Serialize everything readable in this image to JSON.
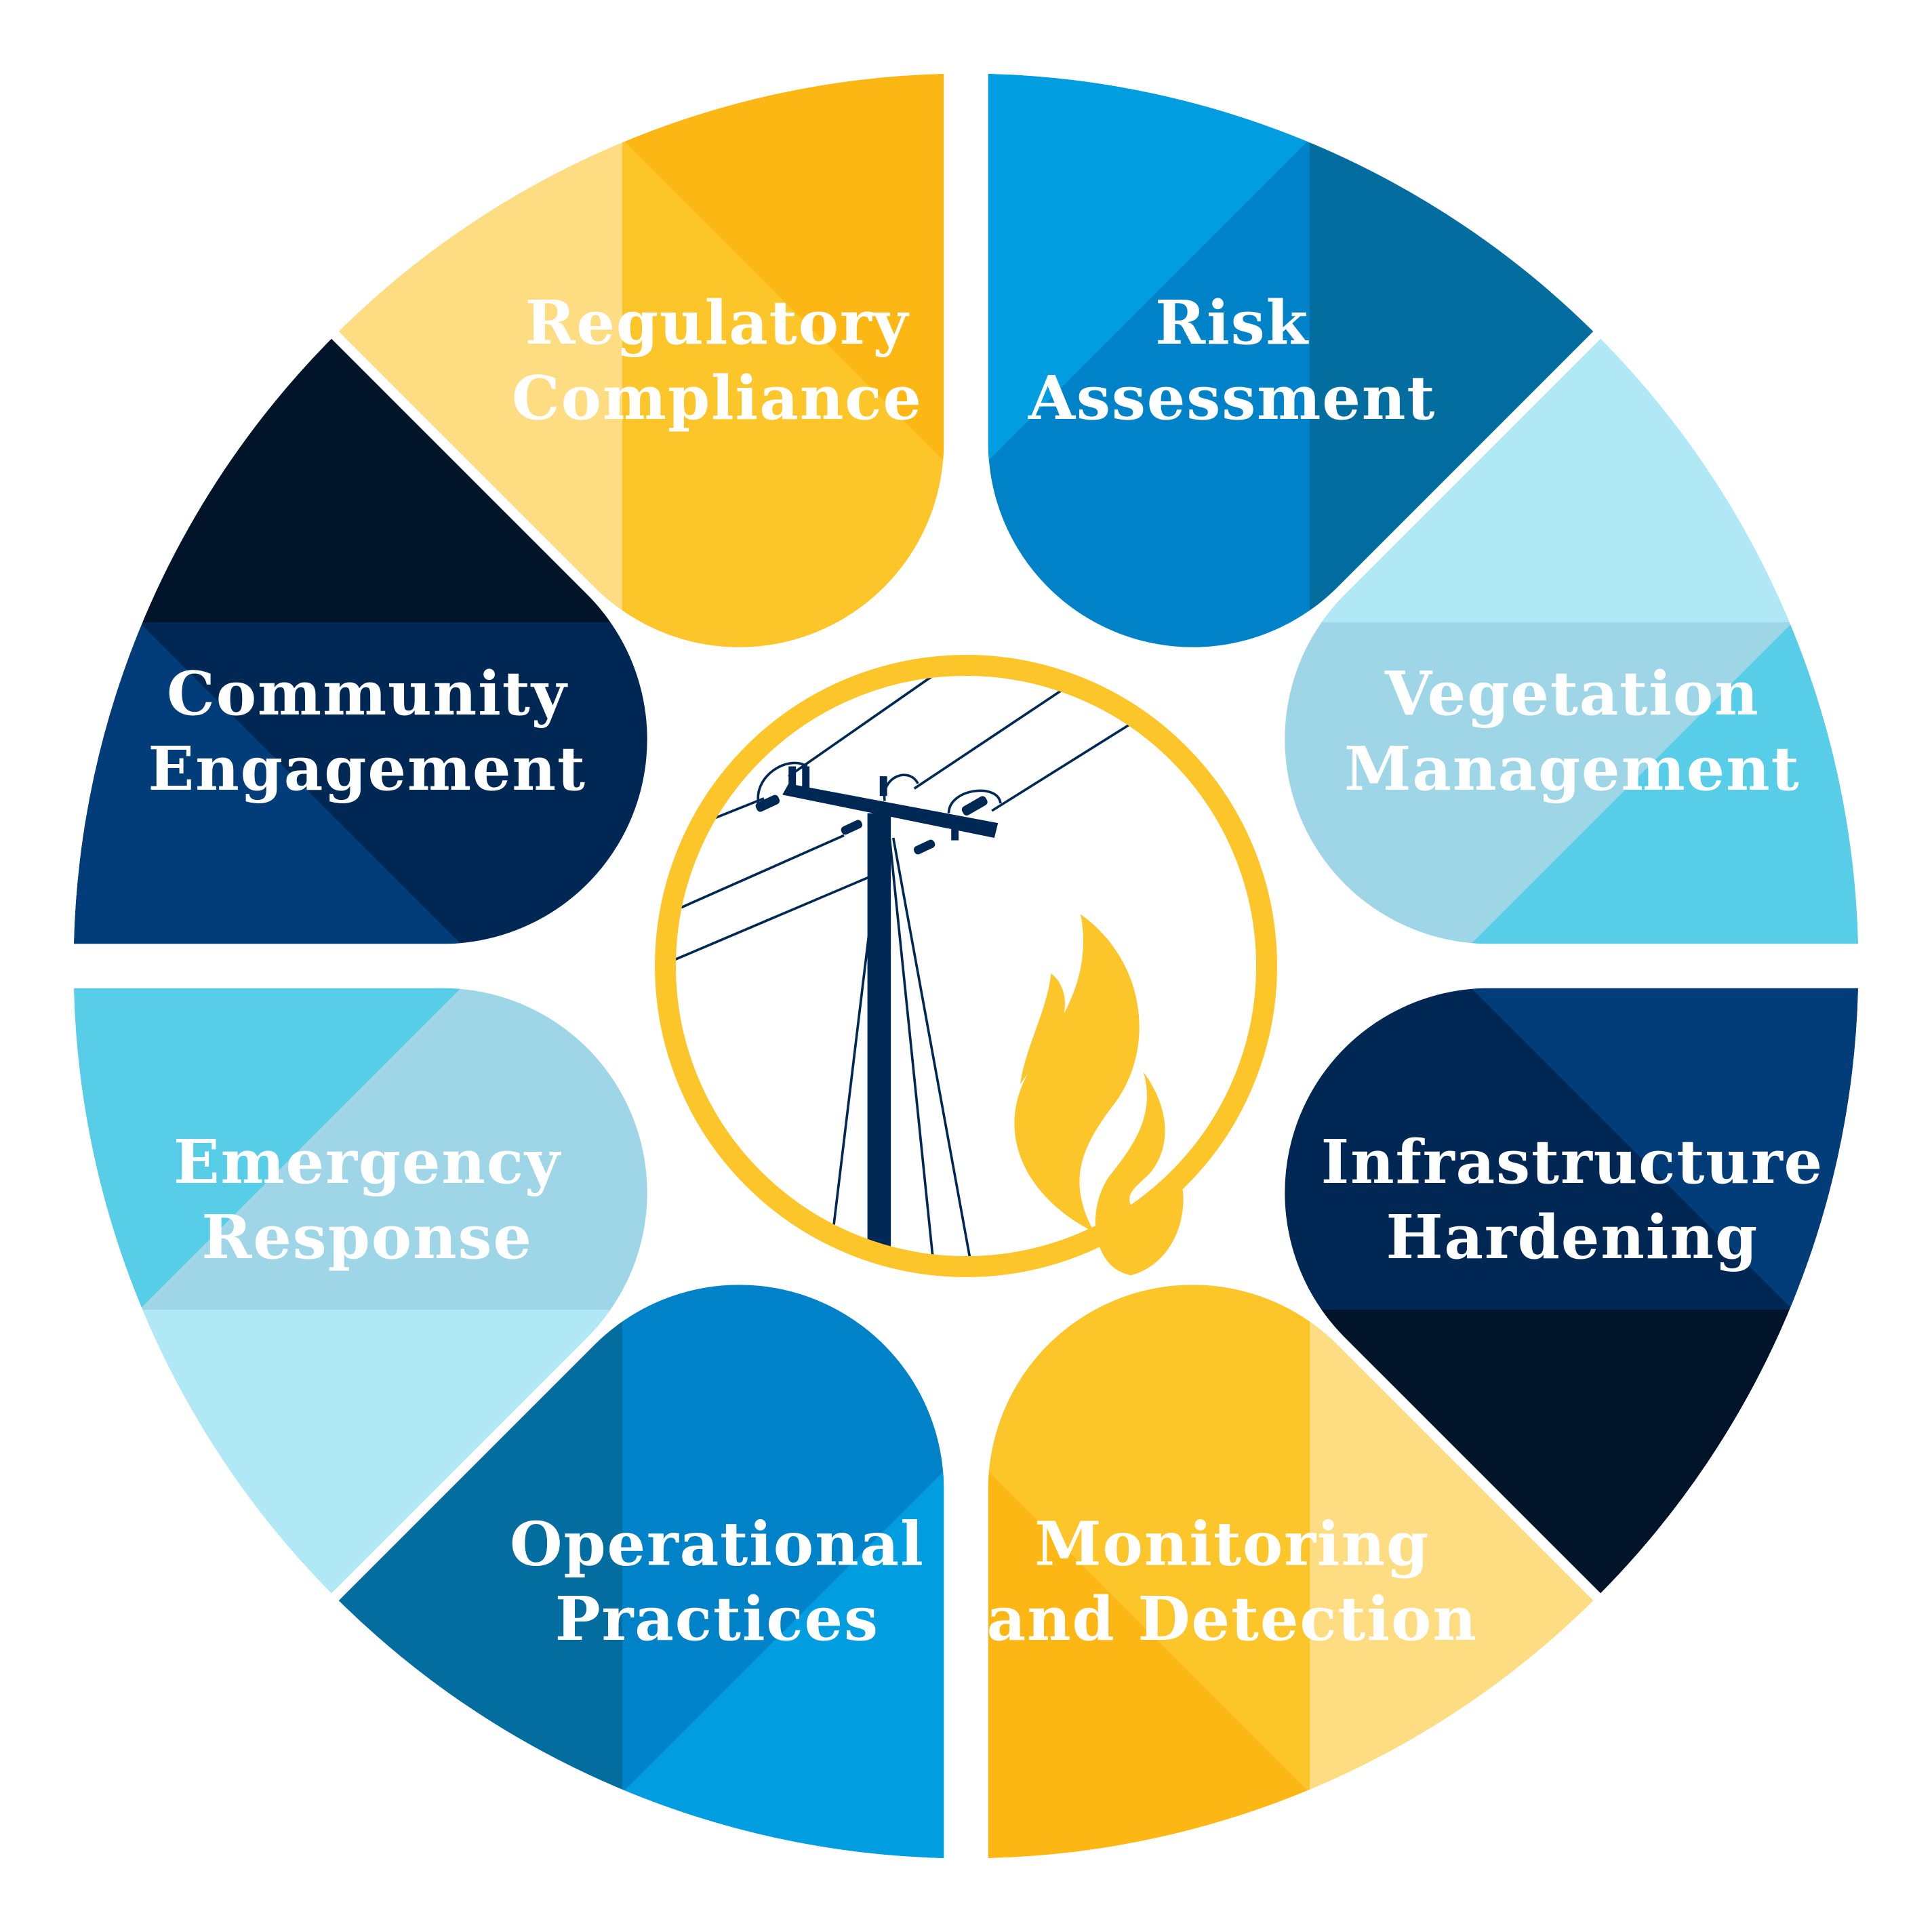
{
  "diagram": {
    "type": "circular-segment-wheel",
    "center_icon": {
      "name": "power-pole-and-flame-icon",
      "ring_color": "#FCC52A",
      "pole_color": "#002855",
      "flame_color": "#FCC52A"
    },
    "segments": [
      {
        "id": "regulatory",
        "line1": "Regulatory",
        "line2": "Compliance",
        "colors": {
          "a": "#FDB714",
          "b": "#FCC52A",
          "c": "#FDDC82"
        }
      },
      {
        "id": "risk",
        "line1": "Risk",
        "line2": "Assessment",
        "colors": {
          "a": "#009EE0",
          "b": "#0082C8",
          "c": "#036D9F"
        }
      },
      {
        "id": "vegetation",
        "line1": "Vegetation",
        "line2": "Management",
        "colors": {
          "a": "#57CDE8",
          "b": "#9ED6E8",
          "c": "#B0E8F6"
        }
      },
      {
        "id": "infrastructure",
        "line1": "Infrastructure",
        "line2": "Hardening",
        "colors": {
          "a": "#033D79",
          "b": "#012855",
          "c": "#01142A"
        }
      },
      {
        "id": "monitoring",
        "line1": "Monitoring",
        "line2": "and Detection",
        "colors": {
          "a": "#FDB714",
          "b": "#FCC52A",
          "c": "#FDDC82"
        }
      },
      {
        "id": "operational",
        "line1": "Operational",
        "line2": "Practices",
        "colors": {
          "a": "#009EE0",
          "b": "#0082C8",
          "c": "#036D9F"
        }
      },
      {
        "id": "emergency",
        "line1": "Emergency",
        "line2": "Response",
        "colors": {
          "a": "#57CDE8",
          "b": "#9ED6E8",
          "c": "#B0E8F6"
        }
      },
      {
        "id": "community",
        "line1": "Community",
        "line2": "Engagement",
        "colors": {
          "a": "#033D79",
          "b": "#012855",
          "c": "#01142A"
        }
      }
    ]
  }
}
